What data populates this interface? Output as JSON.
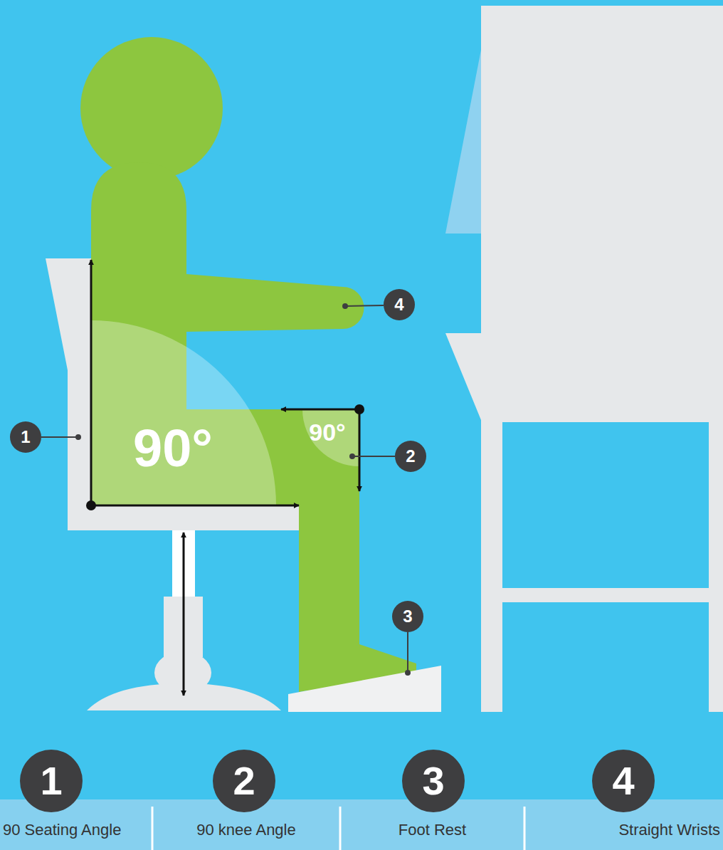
{
  "diagram": {
    "nodes": [
      {
        "text": [
          "1"
        ]
      },
      {
        "text": [
          "2"
        ]
      },
      {
        "text": [
          "3"
        ]
      },
      {
        "text": [
          "4"
        ]
      },
      {
        "text": [
          "1",
          "90 Seating Angle"
        ]
      },
      {
        "text": [
          "2",
          "90 knee Angle"
        ]
      },
      {
        "text": [
          "3",
          "Foot Rest"
        ]
      },
      {
        "text": [
          "4",
          "Straight Wrists"
        ]
      }
    ],
    "labels": [
      "90°",
      "90°"
    ]
  }
}
